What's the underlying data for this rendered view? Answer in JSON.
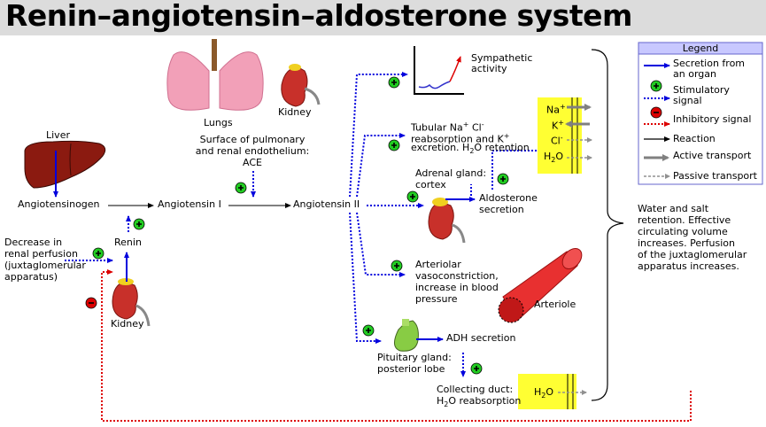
{
  "title": "Renin–angiotensin–aldosterone system",
  "legend": {
    "heading": "Legend",
    "secretion": "Secretion from",
    "secretion2": "an organ",
    "stimulatory": "Stimulatory",
    "stimulatory2": "signal",
    "inhibitory": "Inhibitory signal",
    "reaction": "Reaction",
    "active": "Active transport",
    "passive": "Passive transport"
  },
  "labels": {
    "liver": "Liver",
    "angiotensinogen": "Angiotensinogen",
    "angiotensin1": "Angiotensin I",
    "angiotensin2": "Angiotensin II",
    "renin": "Renin",
    "kidney_bottom": "Kidney",
    "kidney_top": "Kidney",
    "lungs": "Lungs",
    "decrease1": "Decrease in",
    "decrease2": "renal perfusion",
    "decrease3": "(juxtaglomerular",
    "decrease4": "apparatus)",
    "surface1": "Surface of pulmonary",
    "surface2": "and renal endothelium:",
    "surface3": "ACE",
    "sympathetic1": "Sympathetic",
    "sympathetic2": "activity",
    "tubular1": "Tubular Na",
    "tubular_sup1": "+",
    "tubular_cl": "Cl",
    "tubular_sup2": "-",
    "tubular2": "reabsorption and K",
    "tubular_sup3": "+",
    "tubular3a": "excretion. H",
    "tubular3_sub": "2",
    "tubular3b": "O retention",
    "adrenal1": "Adrenal gland:",
    "adrenal2": "cortex",
    "aldosterone1": "Aldosterone",
    "aldosterone2": "secretion",
    "arteriolar1": "Arteriolar",
    "arteriolar2": "vasoconstriction,",
    "arteriolar3": "increase in blood",
    "arteriolar4": "pressure",
    "arteriole": "Arteriole",
    "adh": "ADH secretion",
    "pituitary1": "Pituitary gland:",
    "pituitary2": "posterior lobe",
    "collecting1": "Collecting duct:",
    "collecting2a": "H",
    "collecting2_sub": "2",
    "collecting2b": "O reabsorption",
    "water1": "Water and salt",
    "water2": "retention. Effective",
    "water3": "circulating volume",
    "water4": "increases. Perfusion",
    "water5": "of the juxtaglomerular",
    "water6": "apparatus increases."
  },
  "ions": {
    "na": "Na",
    "na_sup": "+",
    "k": "K",
    "k_sup": "+",
    "cl": "Cl",
    "cl_sup": "-",
    "h2o_a": "H",
    "h2o_sub": "2",
    "h2o_b": "O",
    "h2o2_a": "H",
    "h2o2_sub": "2",
    "h2o2_b": "O"
  },
  "colors": {
    "secretion": "#0000dd",
    "stimulatory": "#0000dd",
    "inhibitory": "#dd0000",
    "reaction": "#000000",
    "active": "#808080",
    "passive": "#808080",
    "plus_fill": "#22cc22",
    "minus_fill": "#dd0000",
    "membrane": "#ffff33",
    "liver": "#8b1a10",
    "kidney": "#c8302a",
    "lungs": "#f2a0b8",
    "pituitary": "#88cc44",
    "arteriole": "#e83030",
    "title_bg": "#dcdcdc",
    "legend_header": "#c8c8ff"
  },
  "icons": [
    "plus-icon",
    "minus-icon",
    "liver-icon",
    "kidney-icon",
    "lungs-icon",
    "adrenal-icon",
    "pituitary-icon",
    "arteriole-icon",
    "sympathetic-graph-icon",
    "brace-icon"
  ]
}
